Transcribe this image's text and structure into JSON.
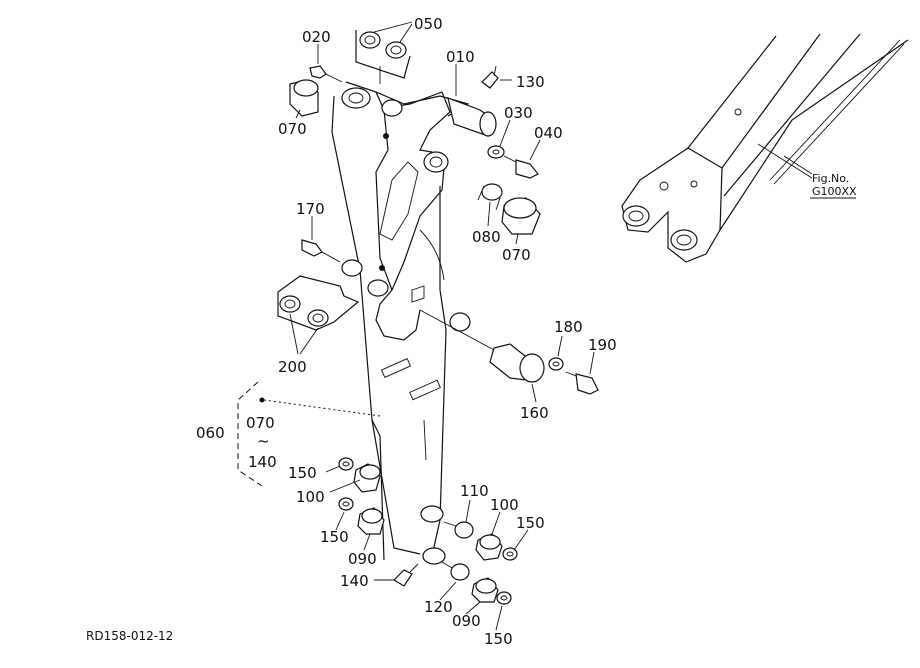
{
  "diagram": {
    "parts": [
      {
        "id": "p050",
        "label": "050"
      },
      {
        "id": "p020",
        "label": "020"
      },
      {
        "id": "p010",
        "label": "010"
      },
      {
        "id": "p130",
        "label": "130"
      },
      {
        "id": "p070a",
        "label": "070"
      },
      {
        "id": "p030",
        "label": "030"
      },
      {
        "id": "p040",
        "label": "040"
      },
      {
        "id": "p170",
        "label": "170"
      },
      {
        "id": "p080",
        "label": "080"
      },
      {
        "id": "p070b",
        "label": "070"
      },
      {
        "id": "p180",
        "label": "180"
      },
      {
        "id": "p190",
        "label": "190"
      },
      {
        "id": "p200",
        "label": "200"
      },
      {
        "id": "p160",
        "label": "160"
      },
      {
        "id": "p150a",
        "label": "150"
      },
      {
        "id": "p100a",
        "label": "100"
      },
      {
        "id": "p110",
        "label": "110"
      },
      {
        "id": "p100b",
        "label": "100"
      },
      {
        "id": "p150b",
        "label": "150"
      },
      {
        "id": "p150c",
        "label": "150"
      },
      {
        "id": "p090a",
        "label": "090"
      },
      {
        "id": "p140",
        "label": "140"
      },
      {
        "id": "p120",
        "label": "120"
      },
      {
        "id": "p090b",
        "label": "090"
      },
      {
        "id": "p150d",
        "label": "150"
      }
    ],
    "assembly": {
      "label": "060",
      "range_from": "070",
      "range_sep": "~",
      "range_to": "140"
    },
    "reference": {
      "line1": "Fig.No.",
      "line2": "G100XX"
    },
    "drawing_code": "RD158-012-12"
  }
}
